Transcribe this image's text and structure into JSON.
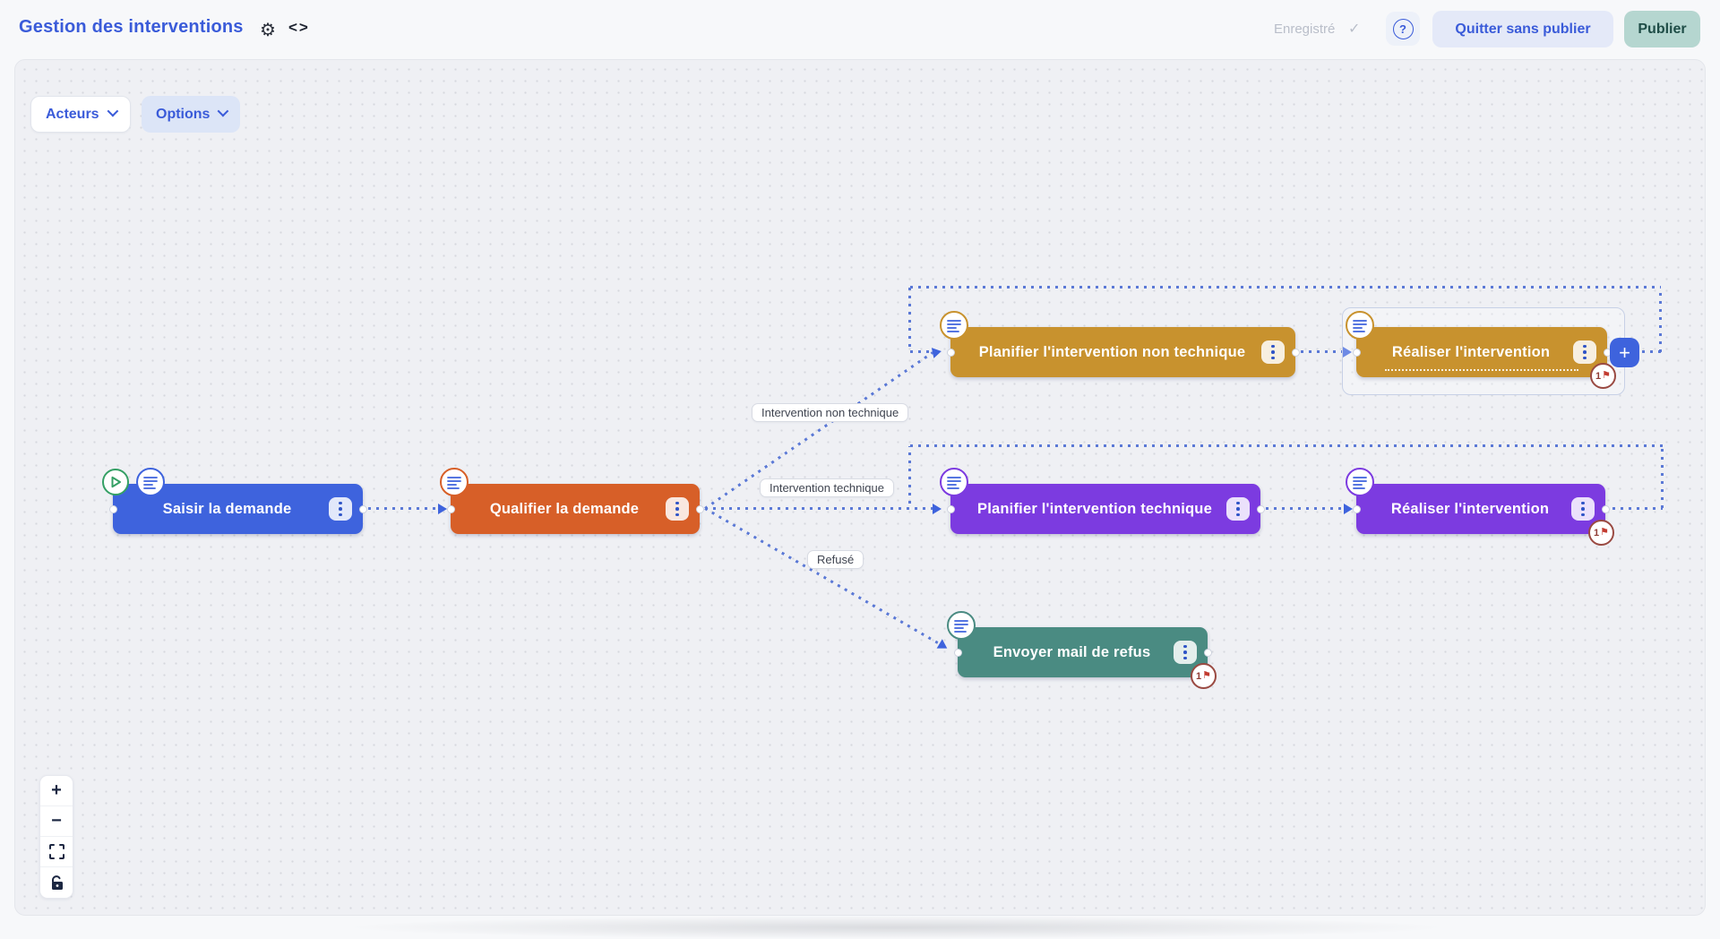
{
  "header": {
    "title": "Gestion des interventions",
    "save_status": "Enregistré",
    "quit_label": "Quitter sans publier",
    "publish_label": "Publier"
  },
  "toolbar": {
    "actors_label": "Acteurs",
    "options_label": "Options"
  },
  "nodes": [
    {
      "label": "Saisir la demande",
      "color": "#3e63dd",
      "start": true
    },
    {
      "label": "Qualifier la demande",
      "color": "#d75f28"
    },
    {
      "label": "Planifier l'intervention non technique",
      "color": "#c8922e"
    },
    {
      "label": "Réaliser l'intervention",
      "color": "#c8922e",
      "flag": "1",
      "selected": true
    },
    {
      "label": "Planifier l'intervention technique",
      "color": "#7c3be0"
    },
    {
      "label": "Réaliser l'intervention",
      "color": "#7c3be0",
      "flag": "1"
    },
    {
      "label": "Envoyer mail de refus",
      "color": "#4a8b82",
      "flag": "1"
    }
  ],
  "edges": {
    "labels": [
      "Intervention non technique",
      "Intervention technique",
      "Refusé"
    ],
    "color": "#5b79d6",
    "arrow_color": "#3e63dd"
  },
  "icons": {
    "settings": "⚙",
    "code": "<>",
    "check": "✓",
    "help": "?",
    "plus": "+",
    "zoom_in": "+",
    "zoom_out": "−",
    "flag": "⚑"
  },
  "colors": {
    "accent_blue": "#3a5bd9",
    "publish_bg": "#b5d6d0",
    "publish_text": "#1f4d47",
    "canvas_bg": "#eff0f4",
    "flag_badge_border": "#9a4a42"
  }
}
